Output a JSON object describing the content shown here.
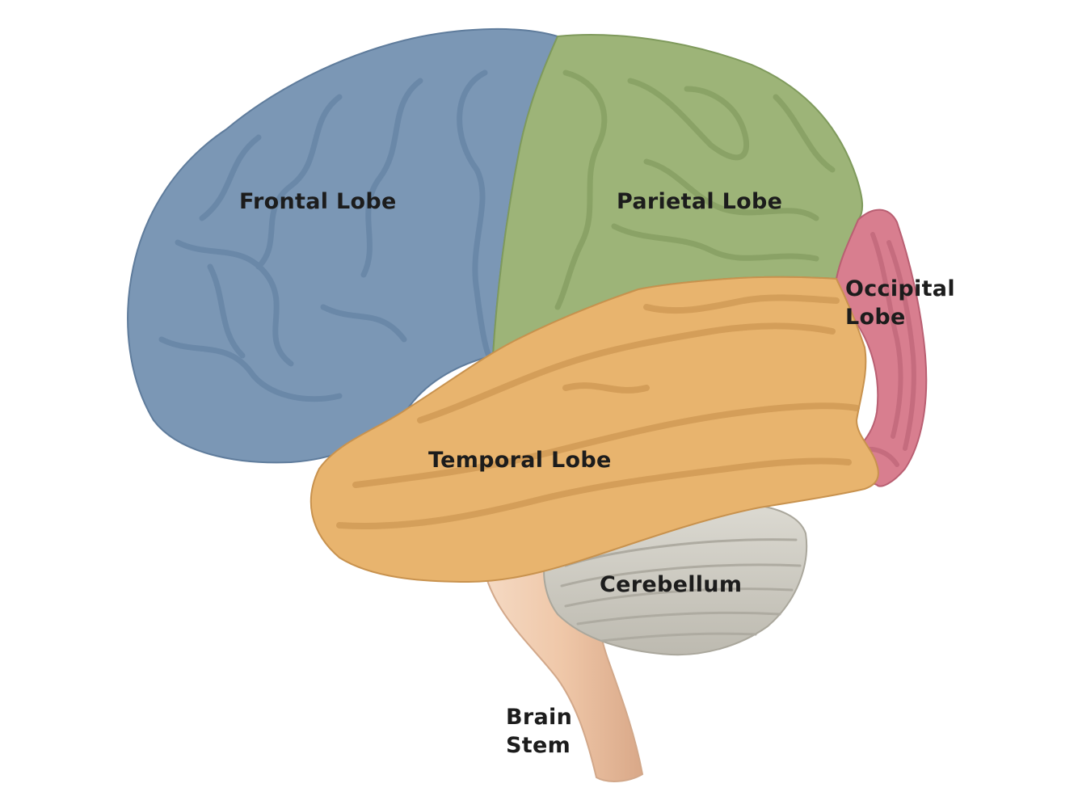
{
  "labels": {
    "frontal_lobe": "Frontal Lobe",
    "parietal_lobe": "Parietal Lobe",
    "occipital_lobe_line1": "Occipital",
    "occipital_lobe_line2": "Lobe",
    "temporal_lobe": "Temporal Lobe",
    "cerebellum": "Cerebellum",
    "brain_stem_line1": "Brain",
    "brain_stem_line2": "Stem"
  },
  "colors": {
    "frontal_lobe": "#7b97b5",
    "parietal_lobe": "#9db478",
    "occipital_lobe": "#d87e8f",
    "temporal_lobe": "#e8b46e",
    "cerebellum": "#cfcdc4",
    "brain_stem": "#efc9ac"
  }
}
